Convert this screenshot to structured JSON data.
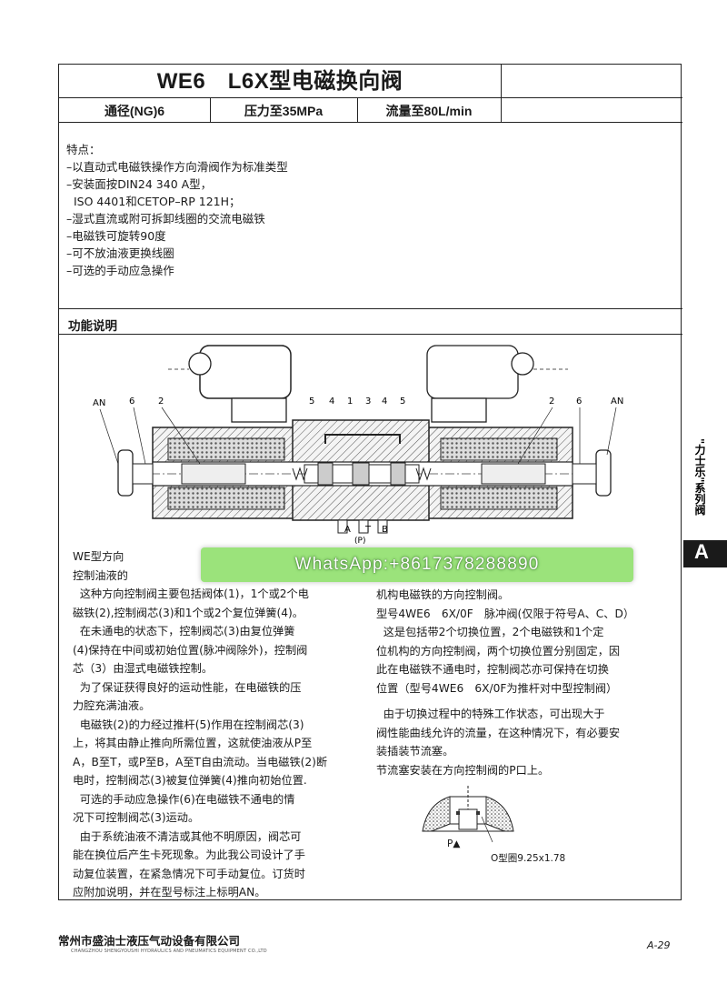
{
  "header": {
    "title": "WE6　L6X型电磁换向阀",
    "specs": [
      "通径(NG)6",
      "压力至35MPa",
      "流量至80L/min"
    ]
  },
  "features": {
    "heading": "特点：",
    "lines": [
      "–以直动式电磁铁操作方向滑阀作为标准类型",
      "–安装面按DIN24 340 A型，",
      "  ISO 4401和CETOP–RP 121H；",
      "–湿式直流或附可拆卸线圈的交流电磁铁",
      "–电磁铁可旋转90度",
      "–可不放油液更换线圈",
      "–可选的手动应急操作"
    ]
  },
  "function_section": {
    "title": "功能说明",
    "diagram_labels": {
      "left": [
        "AN",
        "6",
        "2"
      ],
      "center": [
        "5",
        "4",
        "1",
        "3",
        "4",
        "5"
      ],
      "right": [
        "2",
        "6",
        "AN"
      ],
      "ports": [
        "A",
        "T",
        "B",
        "(P)"
      ]
    },
    "left_column": [
      "WE型方向",
      "控制油液的",
      "  这种方向控制阀主要包括阀体(1)，1个或2个电",
      "磁铁(2),控制阀芯(3)和1个或2个复位弹簧(4)。",
      "  在未通电的状态下，控制阀芯(3)由复位弹簧",
      "(4)保持在中间或初始位置(脉冲阀除外)，控制阀",
      "芯（3）由湿式电磁铁控制。",
      "  为了保证获得良好的运动性能，在电磁铁的压",
      "力腔充满油液。",
      "  电磁铁(2)的力经过推杆(5)作用在控制阀芯(3)",
      "上，将其由静止推向所需位置，这就使油液从P至",
      "A，B至T，或P至B，A至T自由流动。当电磁铁(2)断",
      "电时，控制阀芯(3)被复位弹簧(4)推向初始位置.",
      "  可选的手动应急操作(6)在电磁铁不通电的情",
      "况下可控制阀芯(3)运动。",
      "  由于系统油液不清洁或其他不明原因，阀芯可",
      "能在换位后产生卡死现象。为此我公司设计了手",
      "动复位装置，在紧急情况下可手动复位。订货时",
      "应附加说明，并在型号标注上标明AN。"
    ],
    "right_column": [
      "机构电磁铁的方向控制阀。",
      "型号4WE6　6X/0F　脉冲阀(仅限于符号A、C、D）",
      "  这是包括带2个切换位置，2个电磁铁和1个定",
      "位机构的方向控制阀，两个切换位置分别固定，因",
      "此在电磁铁不通电时，控制阀芯亦可保持在切换",
      "位置（型号4WE6　6X/0F为推杆对中型控制阀）",
      "  由于切换过程中的特殊工作状态，可出现大于",
      "阀性能曲线允许的流量，在这种情况下，有必要安",
      "装插装节流塞。",
      "节流塞安装在方向控制阀的P口上。"
    ],
    "small_diagram": {
      "port_label": "P▲",
      "o_ring": "O型圈9.25x1.78"
    }
  },
  "overlay": {
    "whatsapp": "WhatsApp:+8617378288890"
  },
  "side_tab": {
    "series": "\"力士乐\"系列阀",
    "letter": "A"
  },
  "footer": {
    "company": "常州市盛油士液压气动设备有限公司",
    "company_en": "CHANGZHOU SHENGYOUSHI HYDRAULICS AND PNEUMATICS EQUIPMENT CO.,LTD",
    "page": "A-29"
  }
}
